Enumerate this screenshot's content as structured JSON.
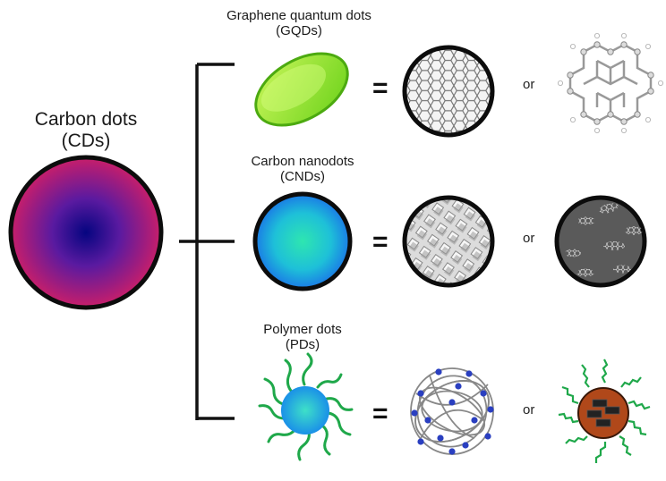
{
  "main": {
    "title_line1": "Carbon dots",
    "title_line2": "(CDs)"
  },
  "categories": [
    {
      "name_line1": "Graphene quantum dots",
      "name_line2": "(GQDs)",
      "equals": "=",
      "or": "or"
    },
    {
      "name_line1": "Carbon nanodots",
      "name_line2": "(CNDs)",
      "equals": "=",
      "or": "or"
    },
    {
      "name_line1": "Polymer dots",
      "name_line2": "(PDs)",
      "equals": "=",
      "or": "or"
    }
  ],
  "colors": {
    "cds_center": "#0a0a8a",
    "cds_edge": "#c0206e",
    "gqd_fill": "#9ee82a",
    "cnd_center": "#2ee8b8",
    "cnd_edge": "#1a8ee8",
    "polymer_chains": "#1fa84a",
    "polymer_core": "#1aa8e8",
    "composite_core": "#b04a1a"
  },
  "icons": [
    "cds-sphere",
    "gqd-disc",
    "graphene-lattice",
    "graphene-molecule",
    "cnd-sphere",
    "cnd-crystal-lattice",
    "cnd-amorphous-domains",
    "polymer-dot",
    "polymer-network",
    "polymer-composite"
  ]
}
